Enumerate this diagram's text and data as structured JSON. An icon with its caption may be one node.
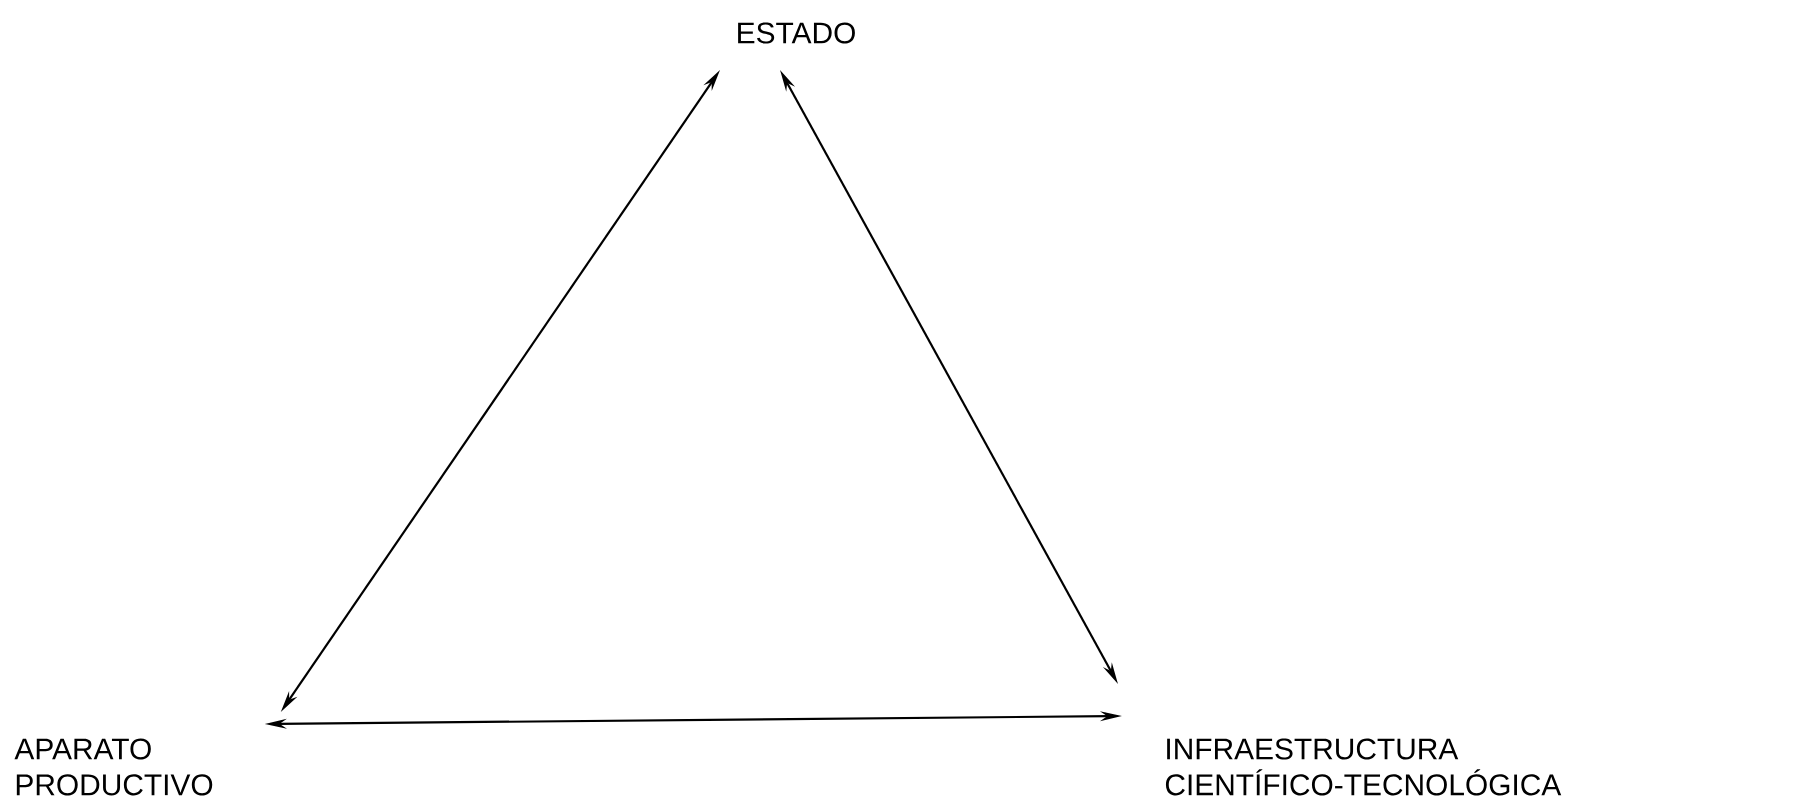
{
  "diagram": {
    "nodes": [
      {
        "text": [
          "ESTADO"
        ]
      },
      {
        "text": [
          "APARATO PRODUCTIVO"
        ]
      },
      {
        "text": [
          "INFRAESTRUCTURA CIENTÍFICO-TECNOLÓGICA"
        ]
      }
    ],
    "edges": [
      {
        "from": 0,
        "to": 1,
        "arrow": "both"
      },
      {
        "from": 0,
        "to": 2,
        "arrow": "both"
      },
      {
        "from": 1,
        "to": 2,
        "arrow": "both"
      }
    ]
  }
}
